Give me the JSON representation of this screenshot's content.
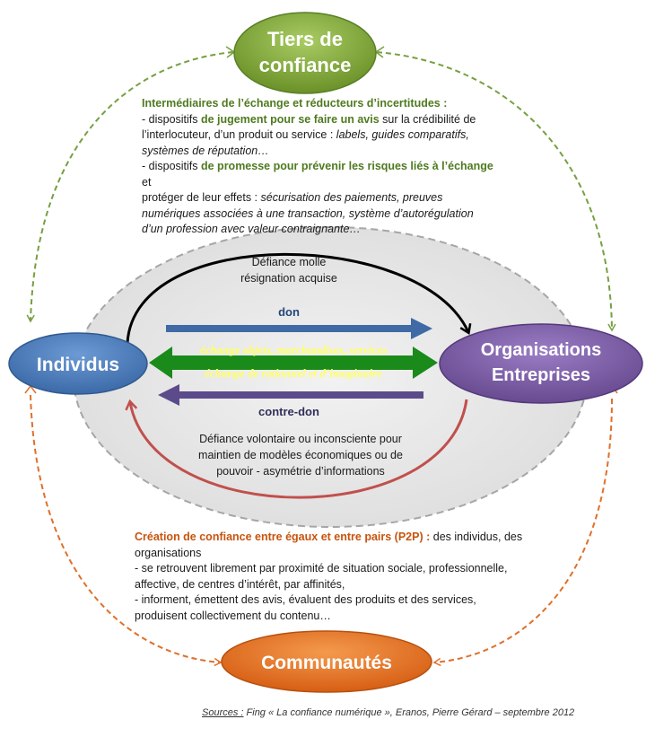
{
  "nodes": {
    "tiers": [
      "Tiers de",
      "confiance"
    ],
    "individus": "Individus",
    "organisations": [
      "Organisations",
      "Entreprises"
    ],
    "communautes": "Communautés"
  },
  "top_text": {
    "heading": "Intermédiaires de l’échange et réducteurs d’incertitudes :",
    "l1_a": "- dispositifs ",
    "l1_b": "de jugement pour se faire un avis",
    "l1_c": " sur la crédibilité de",
    "l2_a": "l’interlocuteur, d’un produit ou service : ",
    "l2_b": "labels, guides comparatifs,",
    "l3": "systèmes de réputation…",
    "l4_a": "- dispositifs ",
    "l4_b": "de promesse pour prévenir les risques liés à l’échange",
    "l4_c": " et",
    "l5_a": "protéger de leur effets : ",
    "l5_b": "sécurisation des paiements, preuves",
    "l6": "numériques associées à une transaction, système d’autorégulation",
    "l7": "d’un profession avec valeur contraignante…"
  },
  "arrows": {
    "defiance_molle": [
      "Défiance molle",
      "résignation acquise"
    ],
    "don": "don",
    "echange1": "échange objets, marchandises, services",
    "echange2": "échange de rationnel et d’imaginaire",
    "contre_don": "contre-don",
    "defiance_volontaire": [
      "Défiance volontaire ou inconsciente pour",
      "maintien de modèles économiques ou de",
      "pouvoir - asymétrie d’informations"
    ]
  },
  "bottom_text": {
    "l1_a": "Création de confiance entre égaux et entre pairs (P2P) :",
    "l1_b": " des individus, des",
    "l2": "organisations",
    "l3": "- se retrouvent librement  par proximité de situation sociale, professionnelle,",
    "l4": "affective, de centres d’intérêt, par affinités,",
    "l5": "- informent, émettent des avis, évaluent des produits et des services,",
    "l6": "produisent collectivement du contenu…"
  },
  "source": {
    "label": "Sources :",
    "text": "  Fing « La confiance numérique », Eranos, Pierre Gérard – septembre 2012"
  },
  "colors": {
    "green_node": "#7ea73a",
    "blue_node": "#4a7fc1",
    "purple_node": "#7d5ea8",
    "orange_node": "#e86d1f",
    "dark_green_arrow": "#1a8a1a",
    "blue_arrow": "#3f6aa5",
    "purple_arrow": "#5c4b8a",
    "red_arc": "#c0504d"
  }
}
